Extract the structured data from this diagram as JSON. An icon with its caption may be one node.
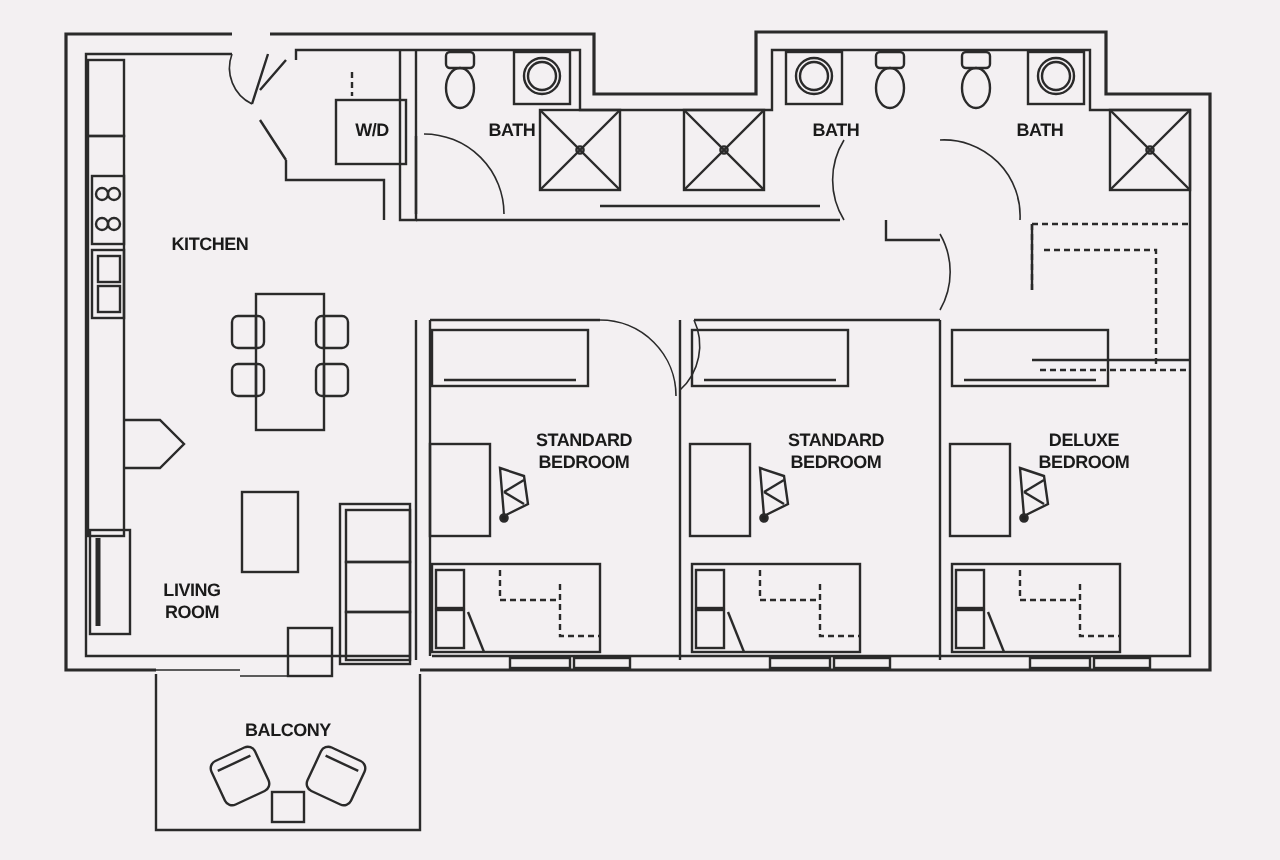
{
  "diagram": {
    "labels": [
      "W/D",
      "BATH",
      "KITCHEN",
      "BATH",
      "BATH",
      "STANDARD BEDROOM",
      "STANDARD BEDROOM",
      "DELUXE BEDROOM",
      "LIVING ROOM",
      "BALCONY"
    ]
  }
}
